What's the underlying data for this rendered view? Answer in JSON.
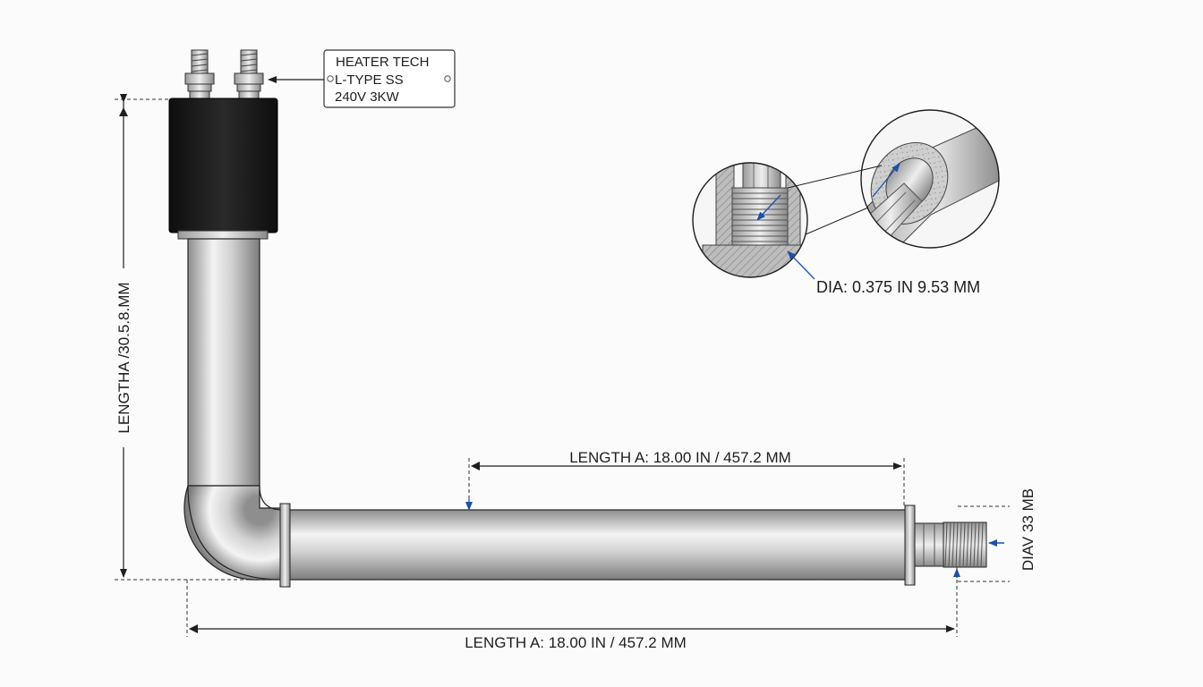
{
  "nameplate": {
    "line1": "HEATER TECH",
    "line2": "L-TYPE SS",
    "line3": "240V 3KW"
  },
  "dimensions": {
    "vertical_length": "LENGTHA /30.5.8.MM",
    "horizontal_length_inner": "LENGTH A: 18.00 IN / 457.2 MM",
    "horizontal_length_overall": "LENGTH A: 18.00 IN / 457.2 MM",
    "end_diameter": "DIAV 33 MB"
  },
  "detail": {
    "diameter_label": "DIA: 0.375 IN 9.53 MM"
  },
  "colors": {
    "line": "#1e1e1e",
    "arrow_accent": "#1f4fa8",
    "terminal_box": "#1a1a1a",
    "tube_light": "#f2f2f2",
    "tube_dark": "#8e8e8e"
  }
}
